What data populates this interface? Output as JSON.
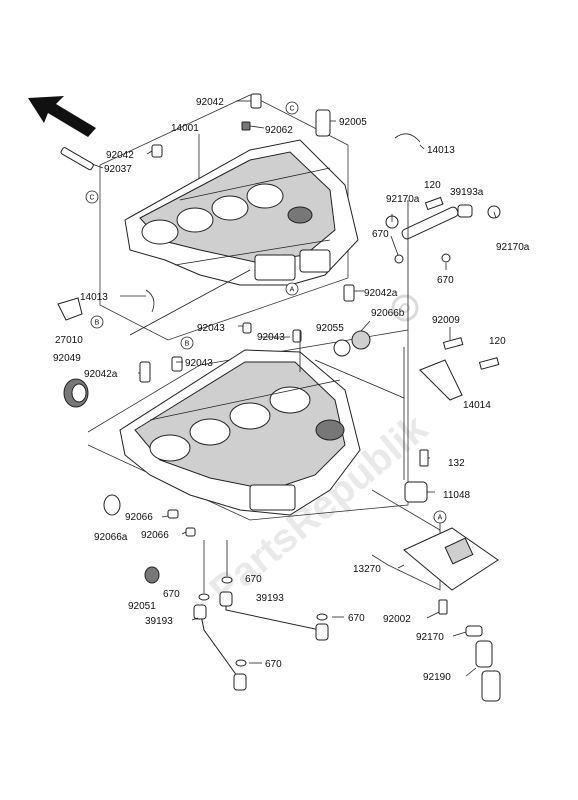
{
  "watermark": "PartsRepublik",
  "parts": {
    "p92042_top": "92042",
    "p14001": "14001",
    "p92062": "92062",
    "p92005": "92005",
    "p92042_left": "92042",
    "p92037": "92037",
    "p14013_top": "14013",
    "p120_top": "120",
    "p39193a": "39193a",
    "p92170a_left": "92170a",
    "p92170a_right": "92170a",
    "p670_right_a": "670",
    "p670_right_b": "670",
    "p14013_left": "14013",
    "p27010": "27010",
    "p92042a_right": "92042a",
    "p92066b": "92066b",
    "p92043_a": "92043",
    "p92043_b": "92043",
    "p92043_c": "92043",
    "p92055": "92055",
    "p92009": "92009",
    "p120_right": "120",
    "p92049": "92049",
    "p92042a_left": "92042a",
    "p14014": "14014",
    "p132": "132",
    "p11048": "11048",
    "p92066": "92066",
    "p92066a": "92066a",
    "p92066_b": "92066",
    "p13270": "13270",
    "p670_center": "670",
    "p670_left": "670",
    "p92051": "92051",
    "p39193_upper": "39193",
    "p39193_lower": "39193",
    "p670_pipe": "670",
    "p92002": "92002",
    "p92170": "92170",
    "p670_bottom": "670",
    "p92190": "92190"
  },
  "markers": {
    "m_a1": "A",
    "m_a2": "A",
    "m_b1": "B",
    "m_b2": "B",
    "m_c1": "C",
    "m_c2": "C"
  }
}
